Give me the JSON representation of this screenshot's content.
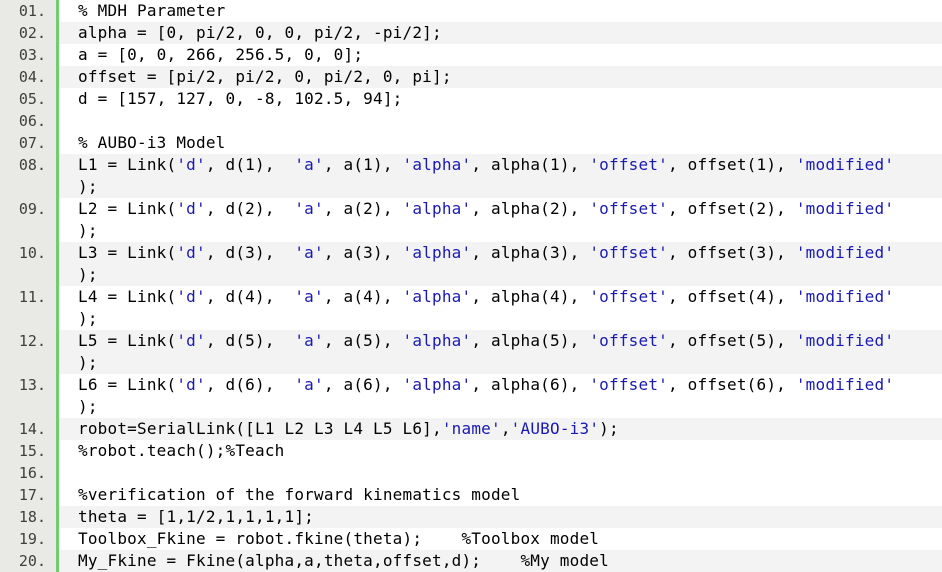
{
  "editor": {
    "lines": [
      {
        "num": "01.",
        "text": "% MDH Parameter",
        "wrap": ""
      },
      {
        "num": "02.",
        "text": "alpha = [0, pi/2, 0, 0, pi/2, -pi/2];",
        "wrap": ""
      },
      {
        "num": "03.",
        "text": "a = [0, 0, 266, 256.5, 0, 0];",
        "wrap": ""
      },
      {
        "num": "04.",
        "text": "offset = [pi/2, pi/2, 0, pi/2, 0, pi];",
        "wrap": ""
      },
      {
        "num": "05.",
        "text": "d = [157, 127, 0, -8, 102.5, 94];",
        "wrap": ""
      },
      {
        "num": "06.",
        "text": "",
        "wrap": ""
      },
      {
        "num": "07.",
        "text": "% AUBO-i3 Model",
        "wrap": ""
      },
      {
        "num": "08.",
        "text": "L1 = Link('d', d(1),  'a', a(1), 'alpha', alpha(1), 'offset', offset(1), 'modified'",
        "wrap": ");"
      },
      {
        "num": "09.",
        "text": "L2 = Link('d', d(2),  'a', a(2), 'alpha', alpha(2), 'offset', offset(2), 'modified'",
        "wrap": ");"
      },
      {
        "num": "10.",
        "text": "L3 = Link('d', d(3),  'a', a(3), 'alpha', alpha(3), 'offset', offset(3), 'modified'",
        "wrap": ");"
      },
      {
        "num": "11.",
        "text": "L4 = Link('d', d(4),  'a', a(4), 'alpha', alpha(4), 'offset', offset(4), 'modified'",
        "wrap": ");"
      },
      {
        "num": "12.",
        "text": "L5 = Link('d', d(5),  'a', a(5), 'alpha', alpha(5), 'offset', offset(5), 'modified'",
        "wrap": ");"
      },
      {
        "num": "13.",
        "text": "L6 = Link('d', d(6),  'a', a(6), 'alpha', alpha(6), 'offset', offset(6), 'modified'",
        "wrap": ");"
      },
      {
        "num": "14.",
        "text": "robot=SerialLink([L1 L2 L3 L4 L5 L6],'name','AUBO-i3');",
        "wrap": ""
      },
      {
        "num": "15.",
        "text": "%robot.teach();%Teach",
        "wrap": ""
      },
      {
        "num": "16.",
        "text": "",
        "wrap": ""
      },
      {
        "num": "17.",
        "text": "%verification of the forward kinematics model",
        "wrap": ""
      },
      {
        "num": "18.",
        "text": "theta = [1,1/2,1,1,1,1];",
        "wrap": ""
      },
      {
        "num": "19.",
        "text": "Toolbox_Fkine = robot.fkine(theta);    %Toolbox model",
        "wrap": ""
      },
      {
        "num": "20.",
        "text": "My_Fkine = Fkine(alpha,a,theta,offset,d);    %My model",
        "wrap": ""
      }
    ]
  },
  "colors": {
    "gutter_bg": "#e9e9e6",
    "change_bar": "#6fce6f",
    "string": "#1a1ab0",
    "stripe": "#f3f3f3"
  }
}
